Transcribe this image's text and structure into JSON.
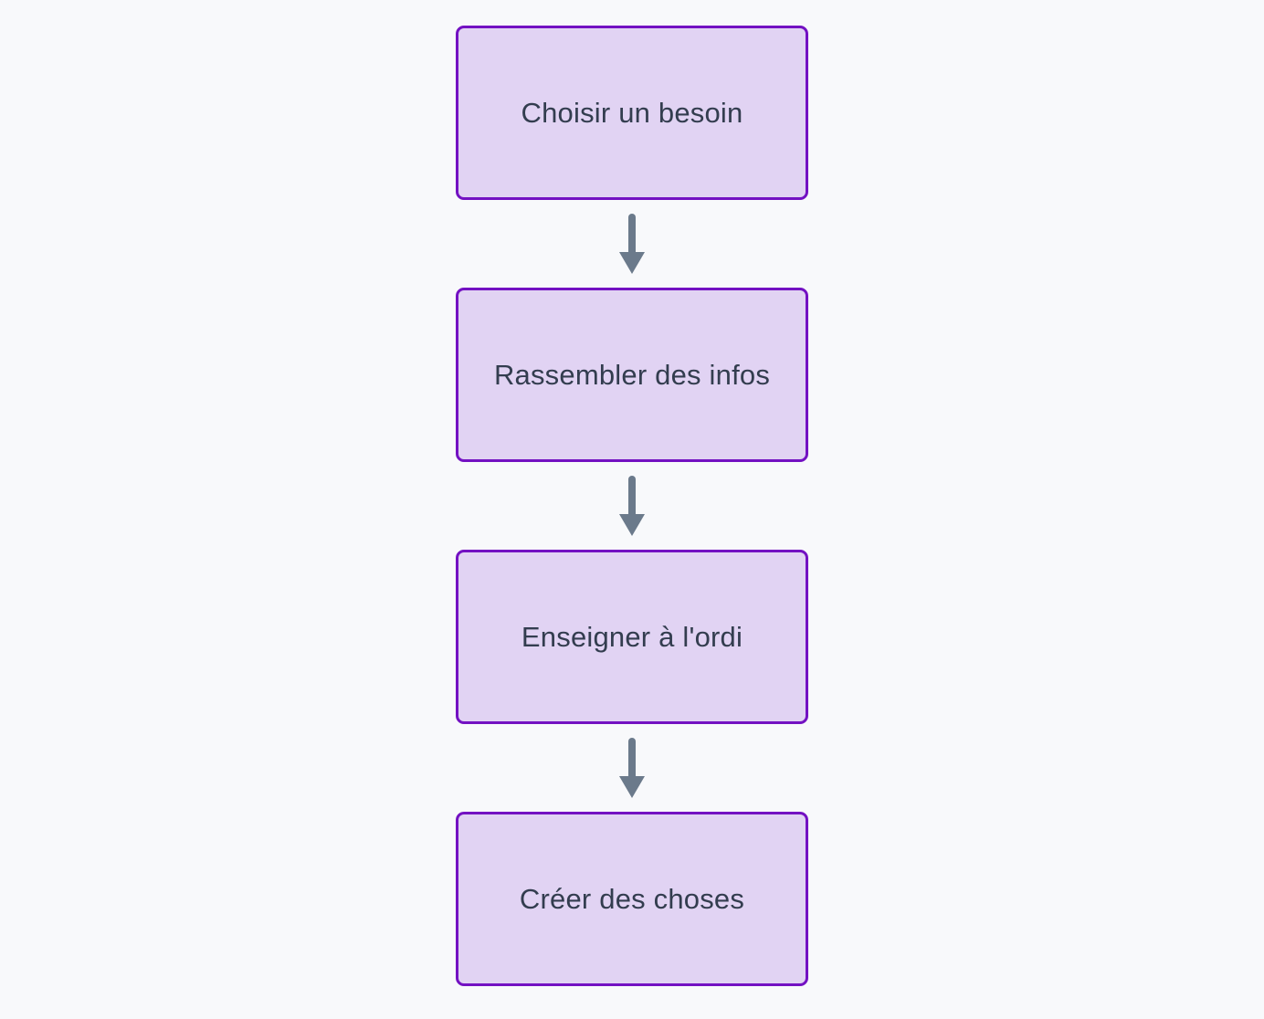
{
  "page": {
    "background_color": "#f8f9fb"
  },
  "diagram": {
    "type": "flowchart",
    "direction": "top-down",
    "node_fill_color": "#e1d3f3",
    "node_border_color": "#7311c2",
    "node_text_color": "#333d4f",
    "arrow_color": "#6b7a8b",
    "nodes": [
      {
        "id": "node-1",
        "label": "Choisir un besoin"
      },
      {
        "id": "node-2",
        "label": "Rassembler des infos"
      },
      {
        "id": "node-3",
        "label": "Enseigner à l'ordi"
      },
      {
        "id": "node-4",
        "label": "Créer des choses"
      }
    ],
    "edges": [
      {
        "from": "node-1",
        "to": "node-2"
      },
      {
        "from": "node-2",
        "to": "node-3"
      },
      {
        "from": "node-3",
        "to": "node-4"
      }
    ]
  }
}
